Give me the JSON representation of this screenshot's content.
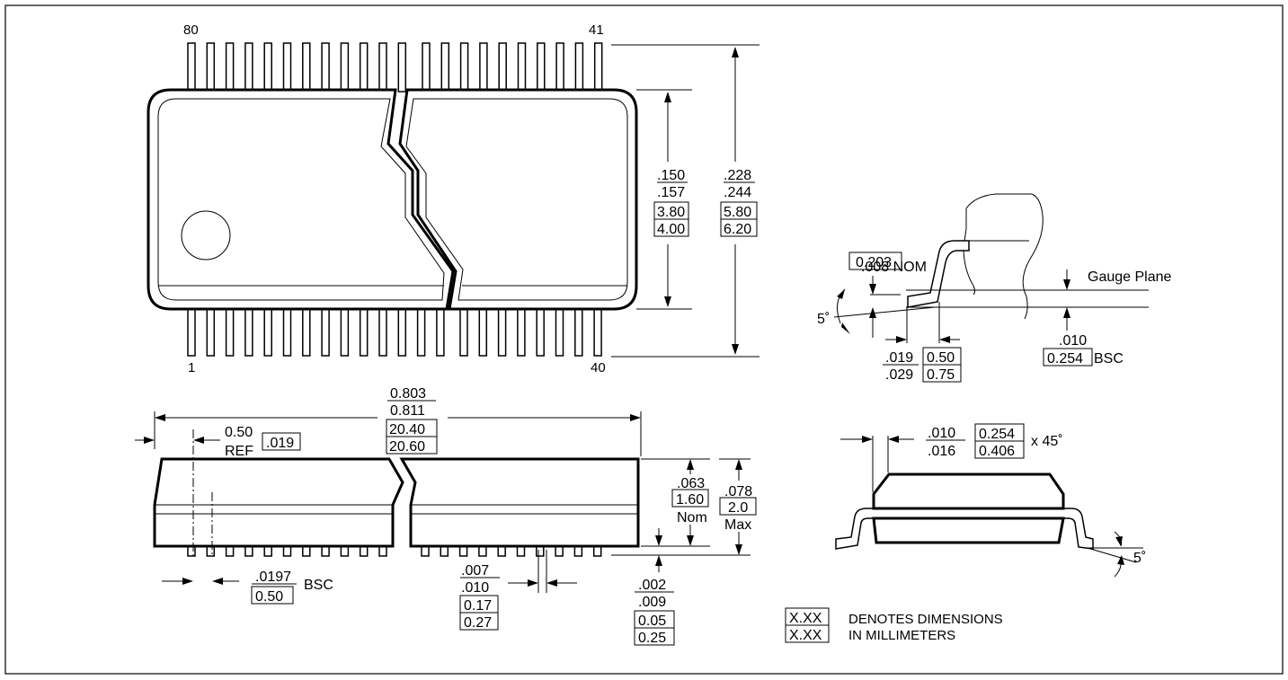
{
  "top_view": {
    "pin_80": "80",
    "pin_41": "41",
    "pin_1": "1",
    "pin_40": "40",
    "body_width_in": [
      ".150",
      ".157"
    ],
    "body_width_mm": [
      "3.80",
      "4.00"
    ],
    "overall_width_in": [
      ".228",
      ".244"
    ],
    "overall_width_mm": [
      "5.80",
      "6.20"
    ]
  },
  "side_view": {
    "length_in": [
      "0.803",
      "0.811"
    ],
    "length_mm": [
      "20.40",
      "20.60"
    ],
    "ref_value": "0.50",
    "ref_label": "REF",
    "ref_box": ".019",
    "height_nom_in": ".063",
    "height_nom_mm": "1.60",
    "height_nom_label": "Nom",
    "height_max_in": ".078",
    "height_max_mm": "2.0",
    "height_max_label": "Max",
    "pitch_in": ".0197",
    "pitch_mm": "0.50",
    "pitch_label": "BSC",
    "lead_width_in": [
      ".007",
      ".010"
    ],
    "lead_width_mm": [
      "0.17",
      "0.27"
    ],
    "standoff_in": [
      ".002",
      ".009"
    ],
    "standoff_mm": [
      "0.05",
      "0.25"
    ]
  },
  "lead_detail": {
    "thickness_in": ".008 NOM",
    "thickness_mm": "0.203",
    "gauge_plane_label": "Gauge Plane",
    "angle": "5˚",
    "foot_in": [
      ".019",
      ".029"
    ],
    "foot_mm": [
      "0.50",
      "0.75"
    ],
    "gauge_in": ".010",
    "gauge_mm": "0.254",
    "gauge_label": "BSC"
  },
  "end_view": {
    "chamfer_in": [
      ".010",
      ".016"
    ],
    "chamfer_mm": [
      "0.254",
      "0.406"
    ],
    "chamfer_suffix": "x 45˚",
    "angle": "5˚"
  },
  "legend": {
    "box_text": "X.XX",
    "line1": "DENOTES DIMENSIONS",
    "line2": "IN MILLIMETERS"
  }
}
